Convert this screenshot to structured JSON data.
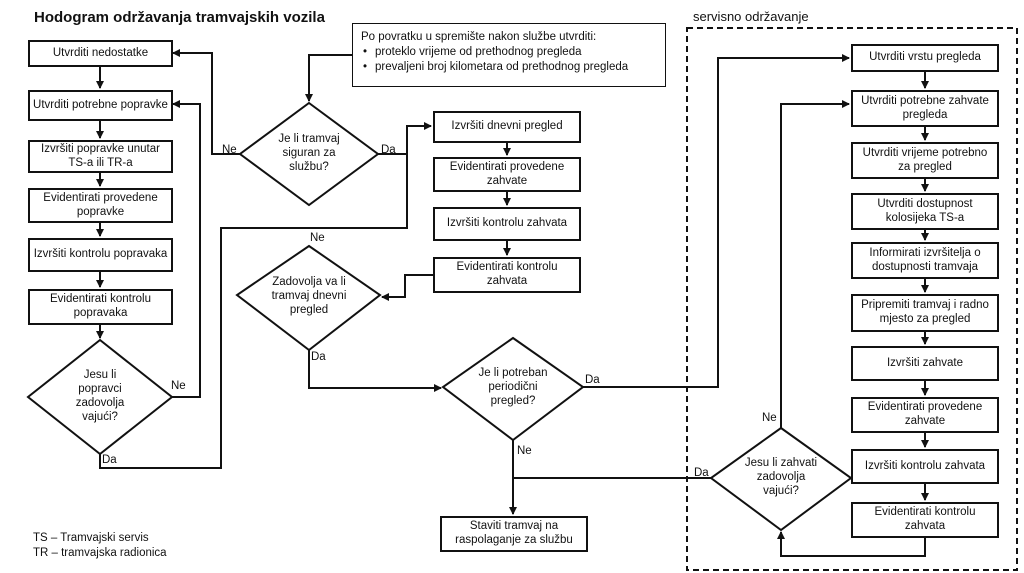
{
  "title": "Hodogram održavanja tramvajskih vozila",
  "service_title": "servisno održavanje",
  "note": {
    "heading": "Po povratku u spremište nakon službe utvrditi:",
    "items": [
      "proteklo vrijeme od prethodnog pregleda",
      "prevaljeni broj kilometara od prethodnog pregleda"
    ]
  },
  "left_boxes": [
    "Utvrditi nedostatke",
    "Utvrditi potrebne popravke",
    "Izvršiti popravke unutar TS-a ili TR-a",
    "Evidentirati provedene popravke",
    "Izvršiti kontrolu popravaka",
    "Evidentirati kontrolu popravaka"
  ],
  "mid_boxes": [
    "Izvršiti dnevni pregled",
    "Evidentirati provedene zahvate",
    "Izvršiti kontrolu zahvata",
    "Evidentirati kontrolu zahvata"
  ],
  "right_boxes": [
    "Utvrditi vrstu pregleda",
    "Utvrditi potrebne zahvate pregleda",
    "Utvrditi vrijeme potrebno za pregled",
    "Utvrditi dostupnost kolosijeka TS-a",
    "Informirati izvršitelja o dostupnosti tramvaja",
    "Pripremiti tramvaj i radno mjesto za pregled",
    "Izvršiti zahvate",
    "Evidentirati provedene zahvate",
    "Izvršiti kontrolu zahvata",
    "Evidentirati kontrolu zahvata"
  ],
  "decisions": {
    "safe": "Je li tramvaj siguran za službu?",
    "daily_ok": "Zadovolja va li tramvaj dnevni pregled",
    "repairs_ok": "Jesu li popravci zadovolja vajući?",
    "periodic": "Je li potreban periodični pregled?",
    "works_ok": "Jesu li zahvati zadovolja vajući?"
  },
  "final_box": "Staviti tramvaj na raspolaganje za službu",
  "labels": {
    "yes": "Da",
    "no": "Ne"
  },
  "legend": [
    "TS – Tramvajski servis",
    "TR – tramvajska radionica"
  ]
}
